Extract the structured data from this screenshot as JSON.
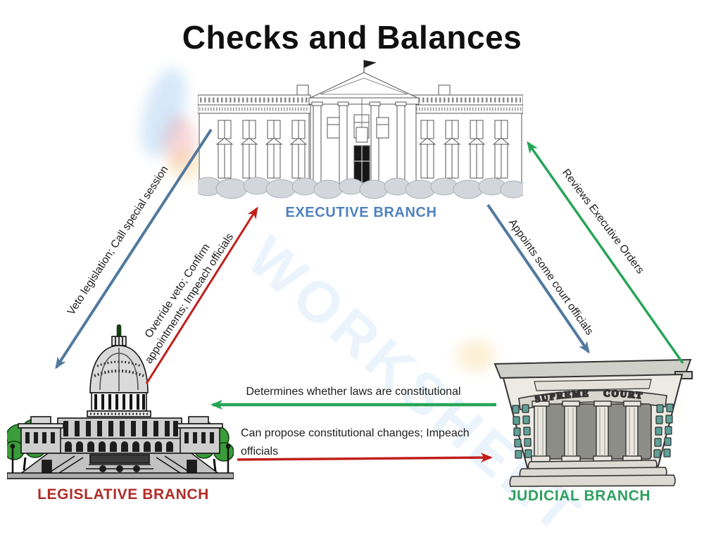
{
  "title": "Checks and Balances",
  "watermark": {
    "text": "WORKSHEET"
  },
  "branches": {
    "executive": {
      "label": "EXECUTIVE BRANCH",
      "color": "#4f81bd"
    },
    "legislative": {
      "label": "LEGISLATIVE BRANCH",
      "color": "#b02c28"
    },
    "judicial": {
      "label": "JUDICIAL BRANCH",
      "color": "#2fa05f",
      "building_sign": "SUPREME COURT"
    }
  },
  "arrows": [
    {
      "id": "executive-to-legislative",
      "label": "Veto legislation; Call special session",
      "color": "#51799f"
    },
    {
      "id": "legislative-to-executive",
      "lines": [
        "Override veto; Confirm",
        "appointments; Impeach officials"
      ],
      "color": "#c0201c"
    },
    {
      "id": "executive-to-judicial",
      "label": "Appoints some court officials",
      "color": "#51799f"
    },
    {
      "id": "judicial-to-executive",
      "label": "Reviews Executive Orders",
      "color": "#27a558"
    },
    {
      "id": "judicial-to-legislative",
      "label": "Determines whether laws are constitutional",
      "color": "#27a558"
    },
    {
      "id": "legislative-to-judicial",
      "lines": [
        "Can propose constitutional changes; Impeach",
        "officials"
      ],
      "color": "#c0201c"
    }
  ]
}
